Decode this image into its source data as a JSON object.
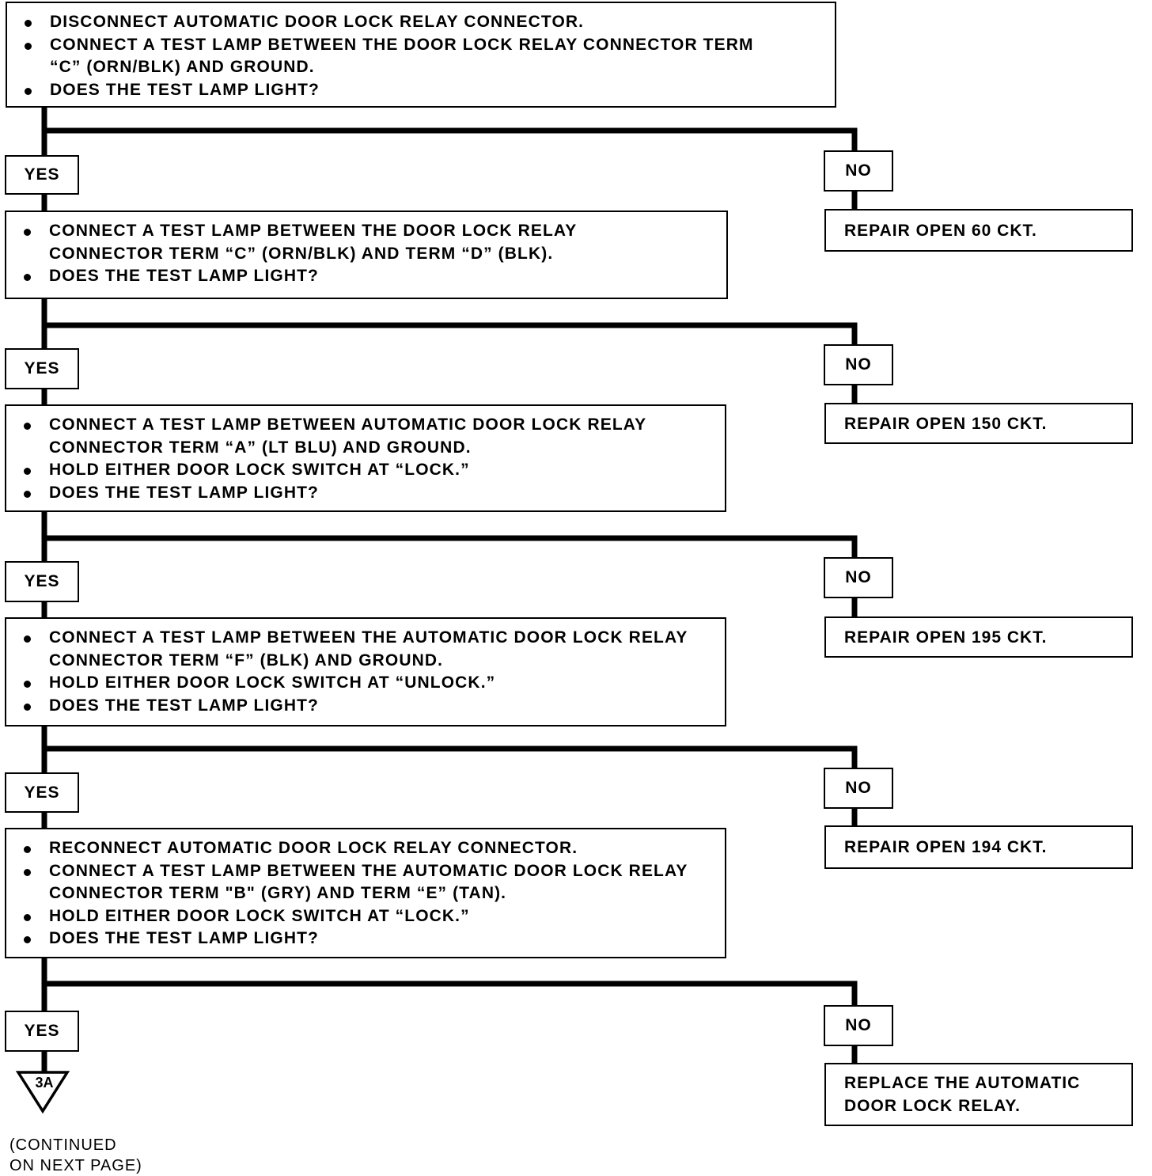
{
  "steps": [
    {
      "bullets": [
        "DISCONNECT AUTOMATIC DOOR LOCK RELAY CONNECTOR.",
        "CONNECT A TEST LAMP BETWEEN THE DOOR LOCK RELAY CONNECTOR TERM “C” (ORN/BLK) AND GROUND.",
        "DOES THE TEST LAMP LIGHT?"
      ],
      "yes_label": "YES",
      "no_label": "NO",
      "no_action": "REPAIR OPEN 60 CKT."
    },
    {
      "bullets": [
        "CONNECT A TEST LAMP BETWEEN THE DOOR LOCK RELAY CONNECTOR TERM “C” (ORN/BLK) AND TERM “D” (BLK).",
        "DOES THE TEST LAMP LIGHT?"
      ],
      "yes_label": "YES",
      "no_label": "NO",
      "no_action": "REPAIR OPEN 150 CKT."
    },
    {
      "bullets": [
        "CONNECT A TEST LAMP BETWEEN AUTOMATIC DOOR LOCK RELAY CONNECTOR TERM “A” (LT BLU) AND GROUND.",
        "HOLD EITHER DOOR LOCK SWITCH AT “LOCK.”",
        "DOES THE TEST LAMP LIGHT?"
      ],
      "yes_label": "YES",
      "no_label": "NO",
      "no_action": "REPAIR OPEN 195 CKT."
    },
    {
      "bullets": [
        "CONNECT A TEST LAMP BETWEEN THE AUTOMATIC DOOR LOCK RELAY CONNECTOR TERM “F” (BLK) AND GROUND.",
        "HOLD EITHER DOOR LOCK SWITCH AT “UNLOCK.”",
        "DOES THE TEST LAMP LIGHT?"
      ],
      "yes_label": "YES",
      "no_label": "NO",
      "no_action": "REPAIR OPEN 194 CKT."
    },
    {
      "bullets": [
        "RECONNECT AUTOMATIC DOOR LOCK RELAY CONNECTOR.",
        "CONNECT A TEST LAMP BETWEEN THE AUTOMATIC DOOR LOCK RELAY CONNECTOR TERM \"B\" (GRY) AND TERM “E” (TAN).",
        "HOLD EITHER DOOR LOCK SWITCH AT “LOCK.”",
        "DOES THE TEST LAMP LIGHT?"
      ],
      "yes_label": "YES",
      "no_label": "NO",
      "no_action": "REPLACE THE AUTOMATIC DOOR LOCK RELAY."
    }
  ],
  "connector": {
    "label": "3A"
  },
  "continued_note": [
    "(CONTINUED",
    "ON NEXT PAGE)"
  ]
}
